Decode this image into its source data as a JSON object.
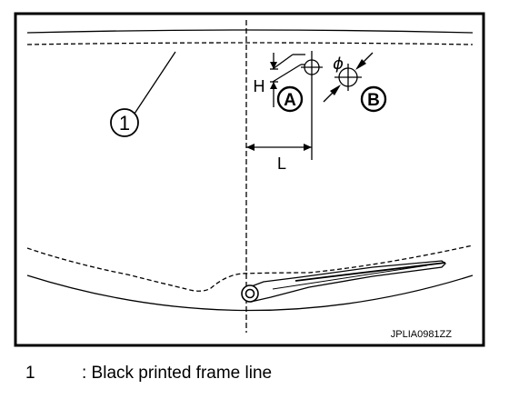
{
  "figure": {
    "callout_number": "1",
    "label_a": "A",
    "label_b": "B",
    "dim_h": "H",
    "dim_l": "L",
    "dim_phi": "ϕ",
    "image_code": "JPLIA0981ZZ"
  },
  "legend": {
    "number": "1",
    "description": ": Black printed frame line"
  },
  "colors": {
    "line": "#000000",
    "background": "#ffffff"
  }
}
